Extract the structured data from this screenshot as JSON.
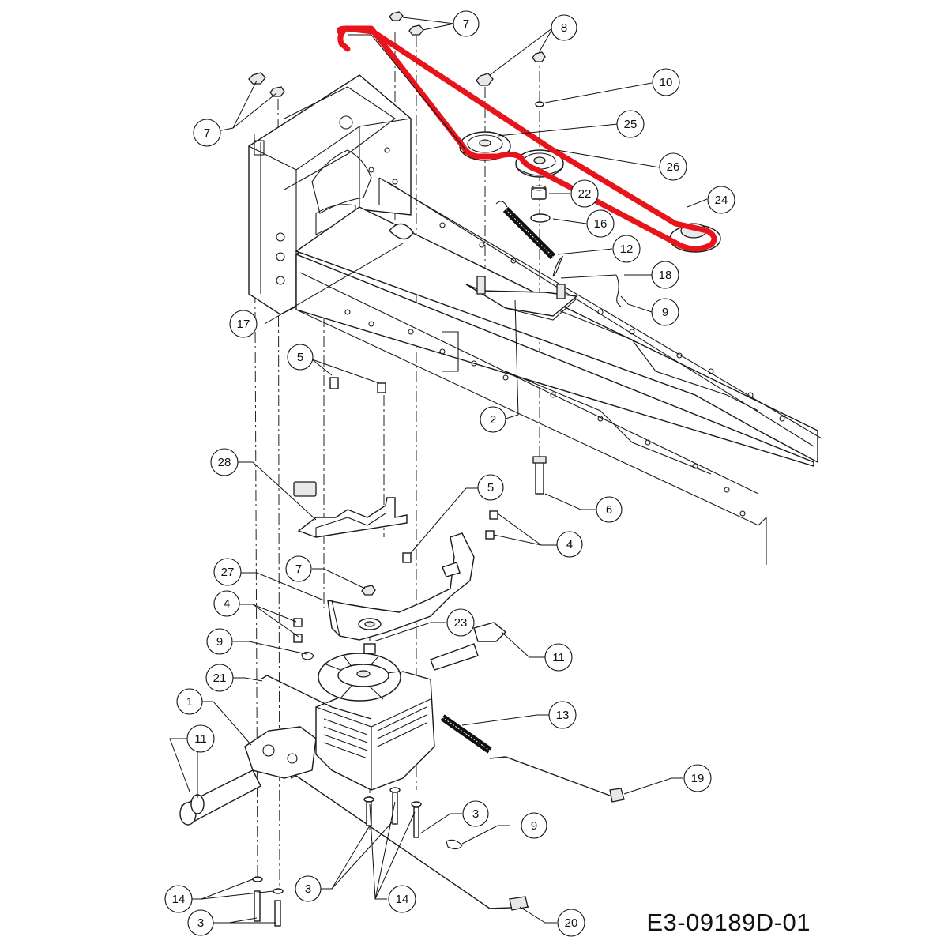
{
  "drawing_number": "E3-09189D-01",
  "belt_color": "#e8141b",
  "callouts": [
    {
      "id": "c7a",
      "label": "7"
    },
    {
      "id": "c8",
      "label": "8"
    },
    {
      "id": "c10",
      "label": "10"
    },
    {
      "id": "c7b",
      "label": "7"
    },
    {
      "id": "c25",
      "label": "25"
    },
    {
      "id": "c26",
      "label": "26"
    },
    {
      "id": "c22",
      "label": "22"
    },
    {
      "id": "c24",
      "label": "24"
    },
    {
      "id": "c16",
      "label": "16"
    },
    {
      "id": "c12",
      "label": "12"
    },
    {
      "id": "c18",
      "label": "18"
    },
    {
      "id": "c9a",
      "label": "9"
    },
    {
      "id": "c17",
      "label": "17"
    },
    {
      "id": "c5a",
      "label": "5"
    },
    {
      "id": "c2",
      "label": "2"
    },
    {
      "id": "c28",
      "label": "28"
    },
    {
      "id": "c5b",
      "label": "5"
    },
    {
      "id": "c6",
      "label": "6"
    },
    {
      "id": "c4a",
      "label": "4"
    },
    {
      "id": "c27",
      "label": "27"
    },
    {
      "id": "c7c",
      "label": "7"
    },
    {
      "id": "c4b",
      "label": "4"
    },
    {
      "id": "c23",
      "label": "23"
    },
    {
      "id": "c9b",
      "label": "9"
    },
    {
      "id": "c11a",
      "label": "11"
    },
    {
      "id": "c21",
      "label": "21"
    },
    {
      "id": "c1",
      "label": "1"
    },
    {
      "id": "c13",
      "label": "13"
    },
    {
      "id": "c11b",
      "label": "11"
    },
    {
      "id": "c19",
      "label": "19"
    },
    {
      "id": "c3a",
      "label": "3"
    },
    {
      "id": "c9c",
      "label": "9"
    },
    {
      "id": "c3b",
      "label": "3"
    },
    {
      "id": "c14a",
      "label": "14"
    },
    {
      "id": "c14b",
      "label": "14"
    },
    {
      "id": "c3c",
      "label": "3"
    },
    {
      "id": "c20",
      "label": "20"
    }
  ]
}
